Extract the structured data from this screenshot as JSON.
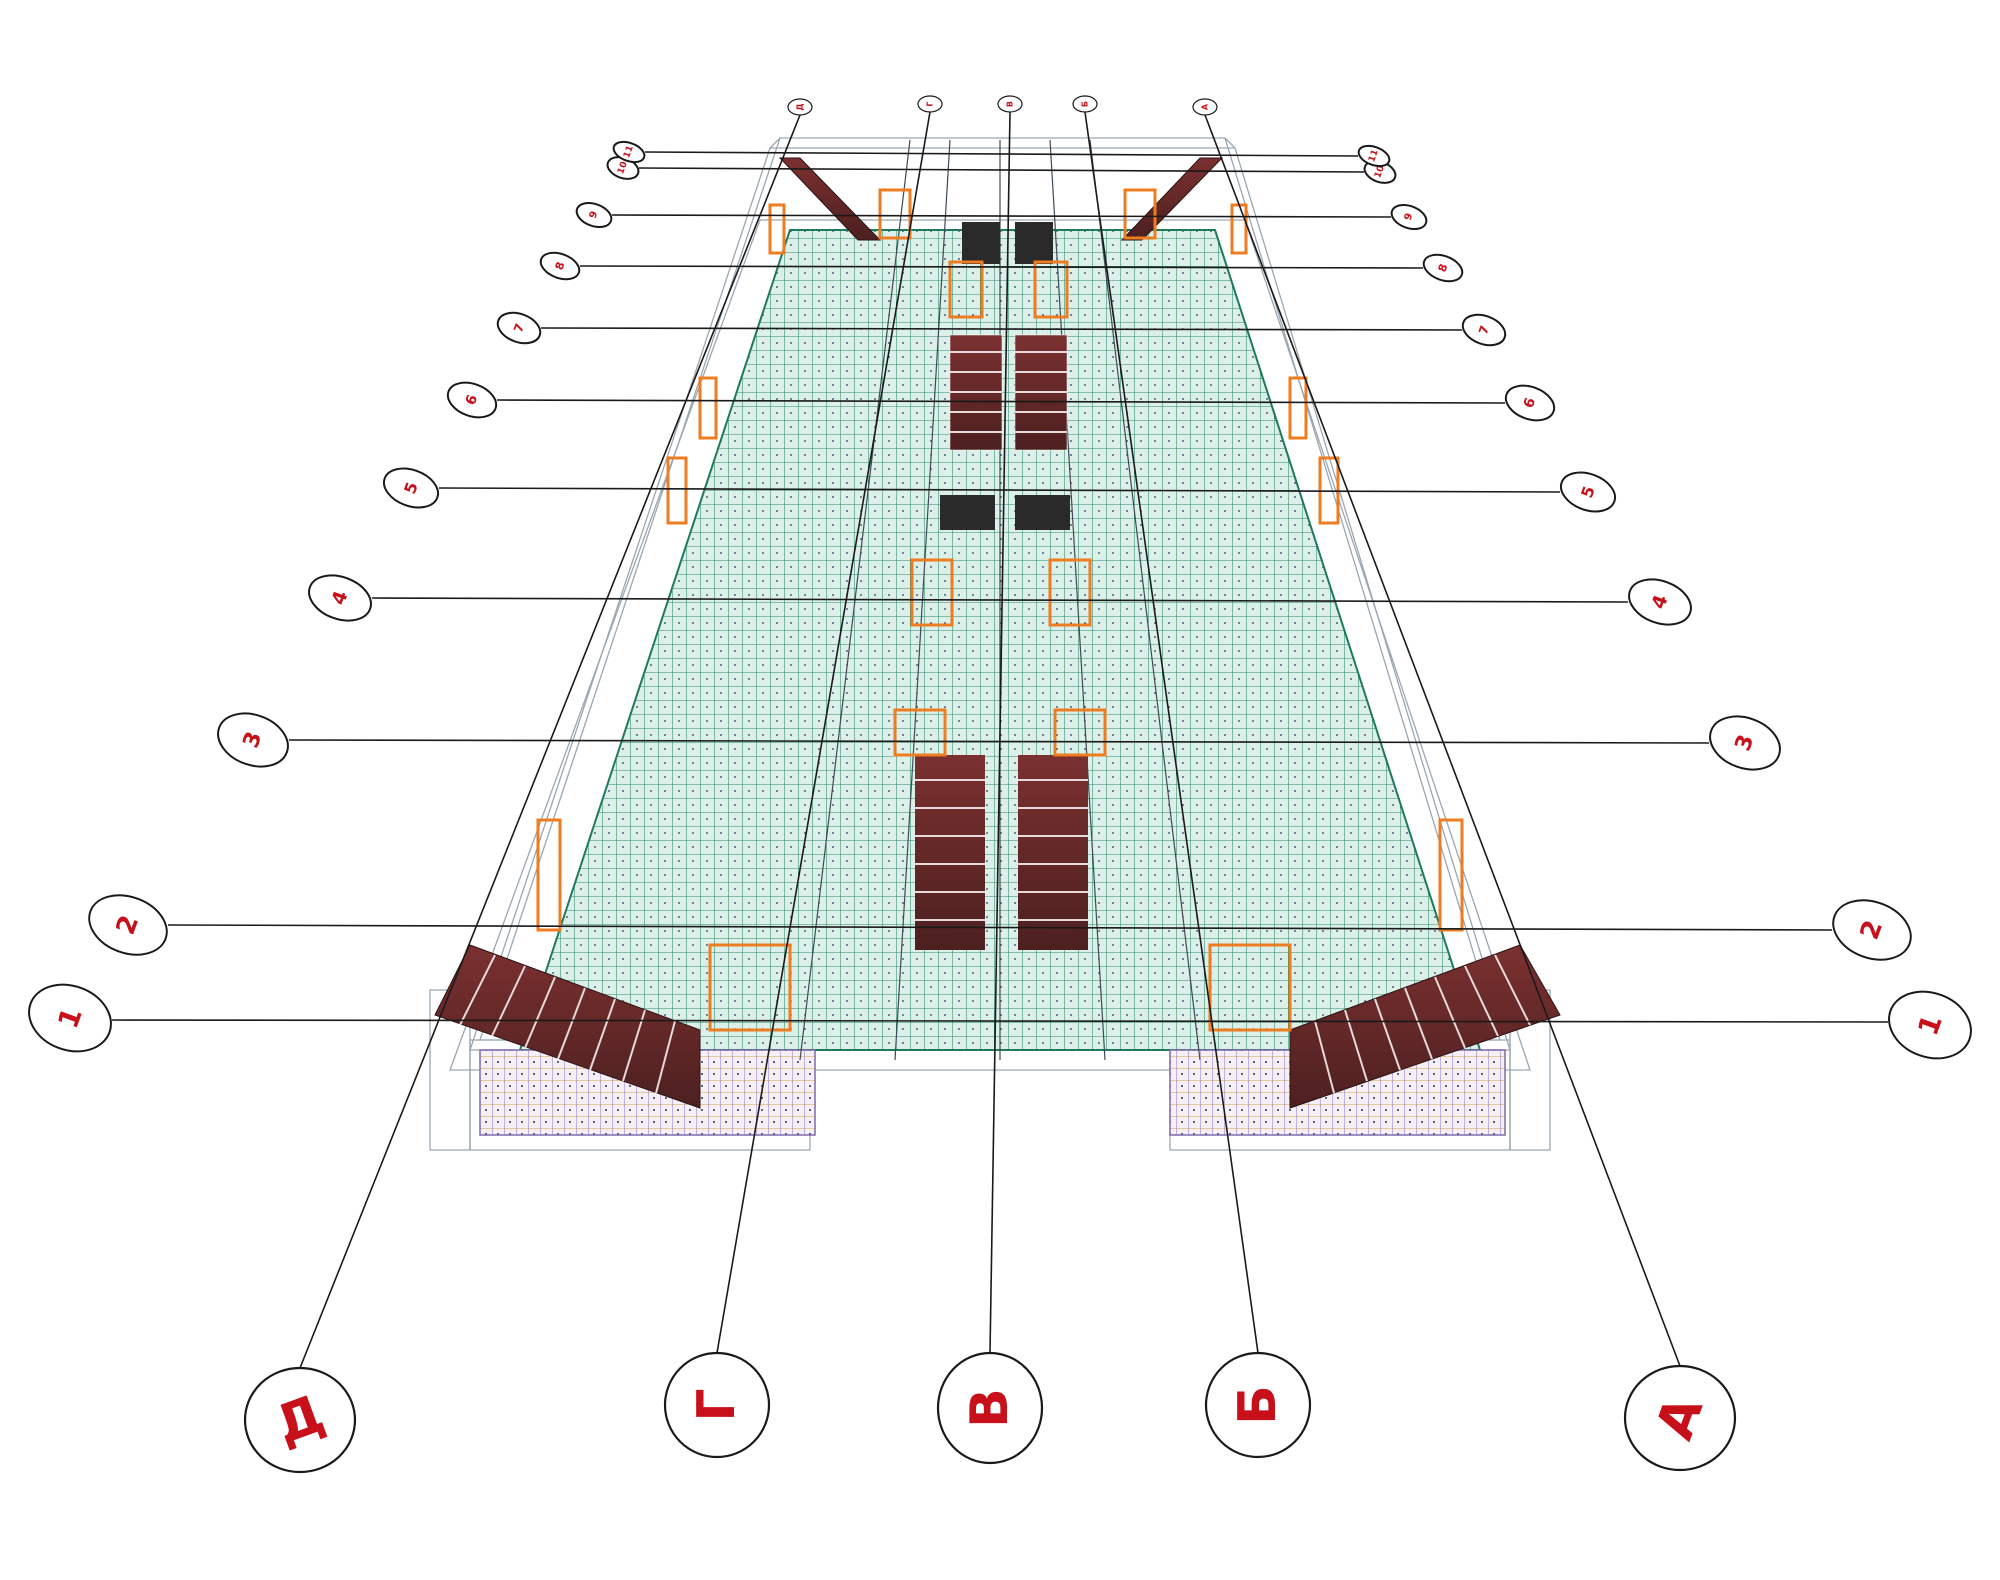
{
  "axes": {
    "letters": [
      {
        "id": "D",
        "label": "Д"
      },
      {
        "id": "G",
        "label": "Г"
      },
      {
        "id": "V",
        "label": "В"
      },
      {
        "id": "B",
        "label": "Б"
      },
      {
        "id": "A",
        "label": "А"
      }
    ],
    "numbers": [
      {
        "id": "1",
        "label": "1"
      },
      {
        "id": "2",
        "label": "2"
      },
      {
        "id": "3",
        "label": "3"
      },
      {
        "id": "4",
        "label": "4"
      },
      {
        "id": "5",
        "label": "5"
      },
      {
        "id": "6",
        "label": "6"
      },
      {
        "id": "7",
        "label": "7"
      },
      {
        "id": "8",
        "label": "8"
      },
      {
        "id": "9",
        "label": "9"
      },
      {
        "id": "10",
        "label": "10"
      },
      {
        "id": "11",
        "label": "11"
      }
    ]
  },
  "colors": {
    "bubble_text": "#c8101a",
    "leader": "#1a1a1a",
    "rebar": "#1f7a5c",
    "rebar_fill": "#cfe8e0",
    "door": "#ee7d22",
    "stair": "#6b2a2a",
    "wireframe": "#9aa7b3"
  }
}
